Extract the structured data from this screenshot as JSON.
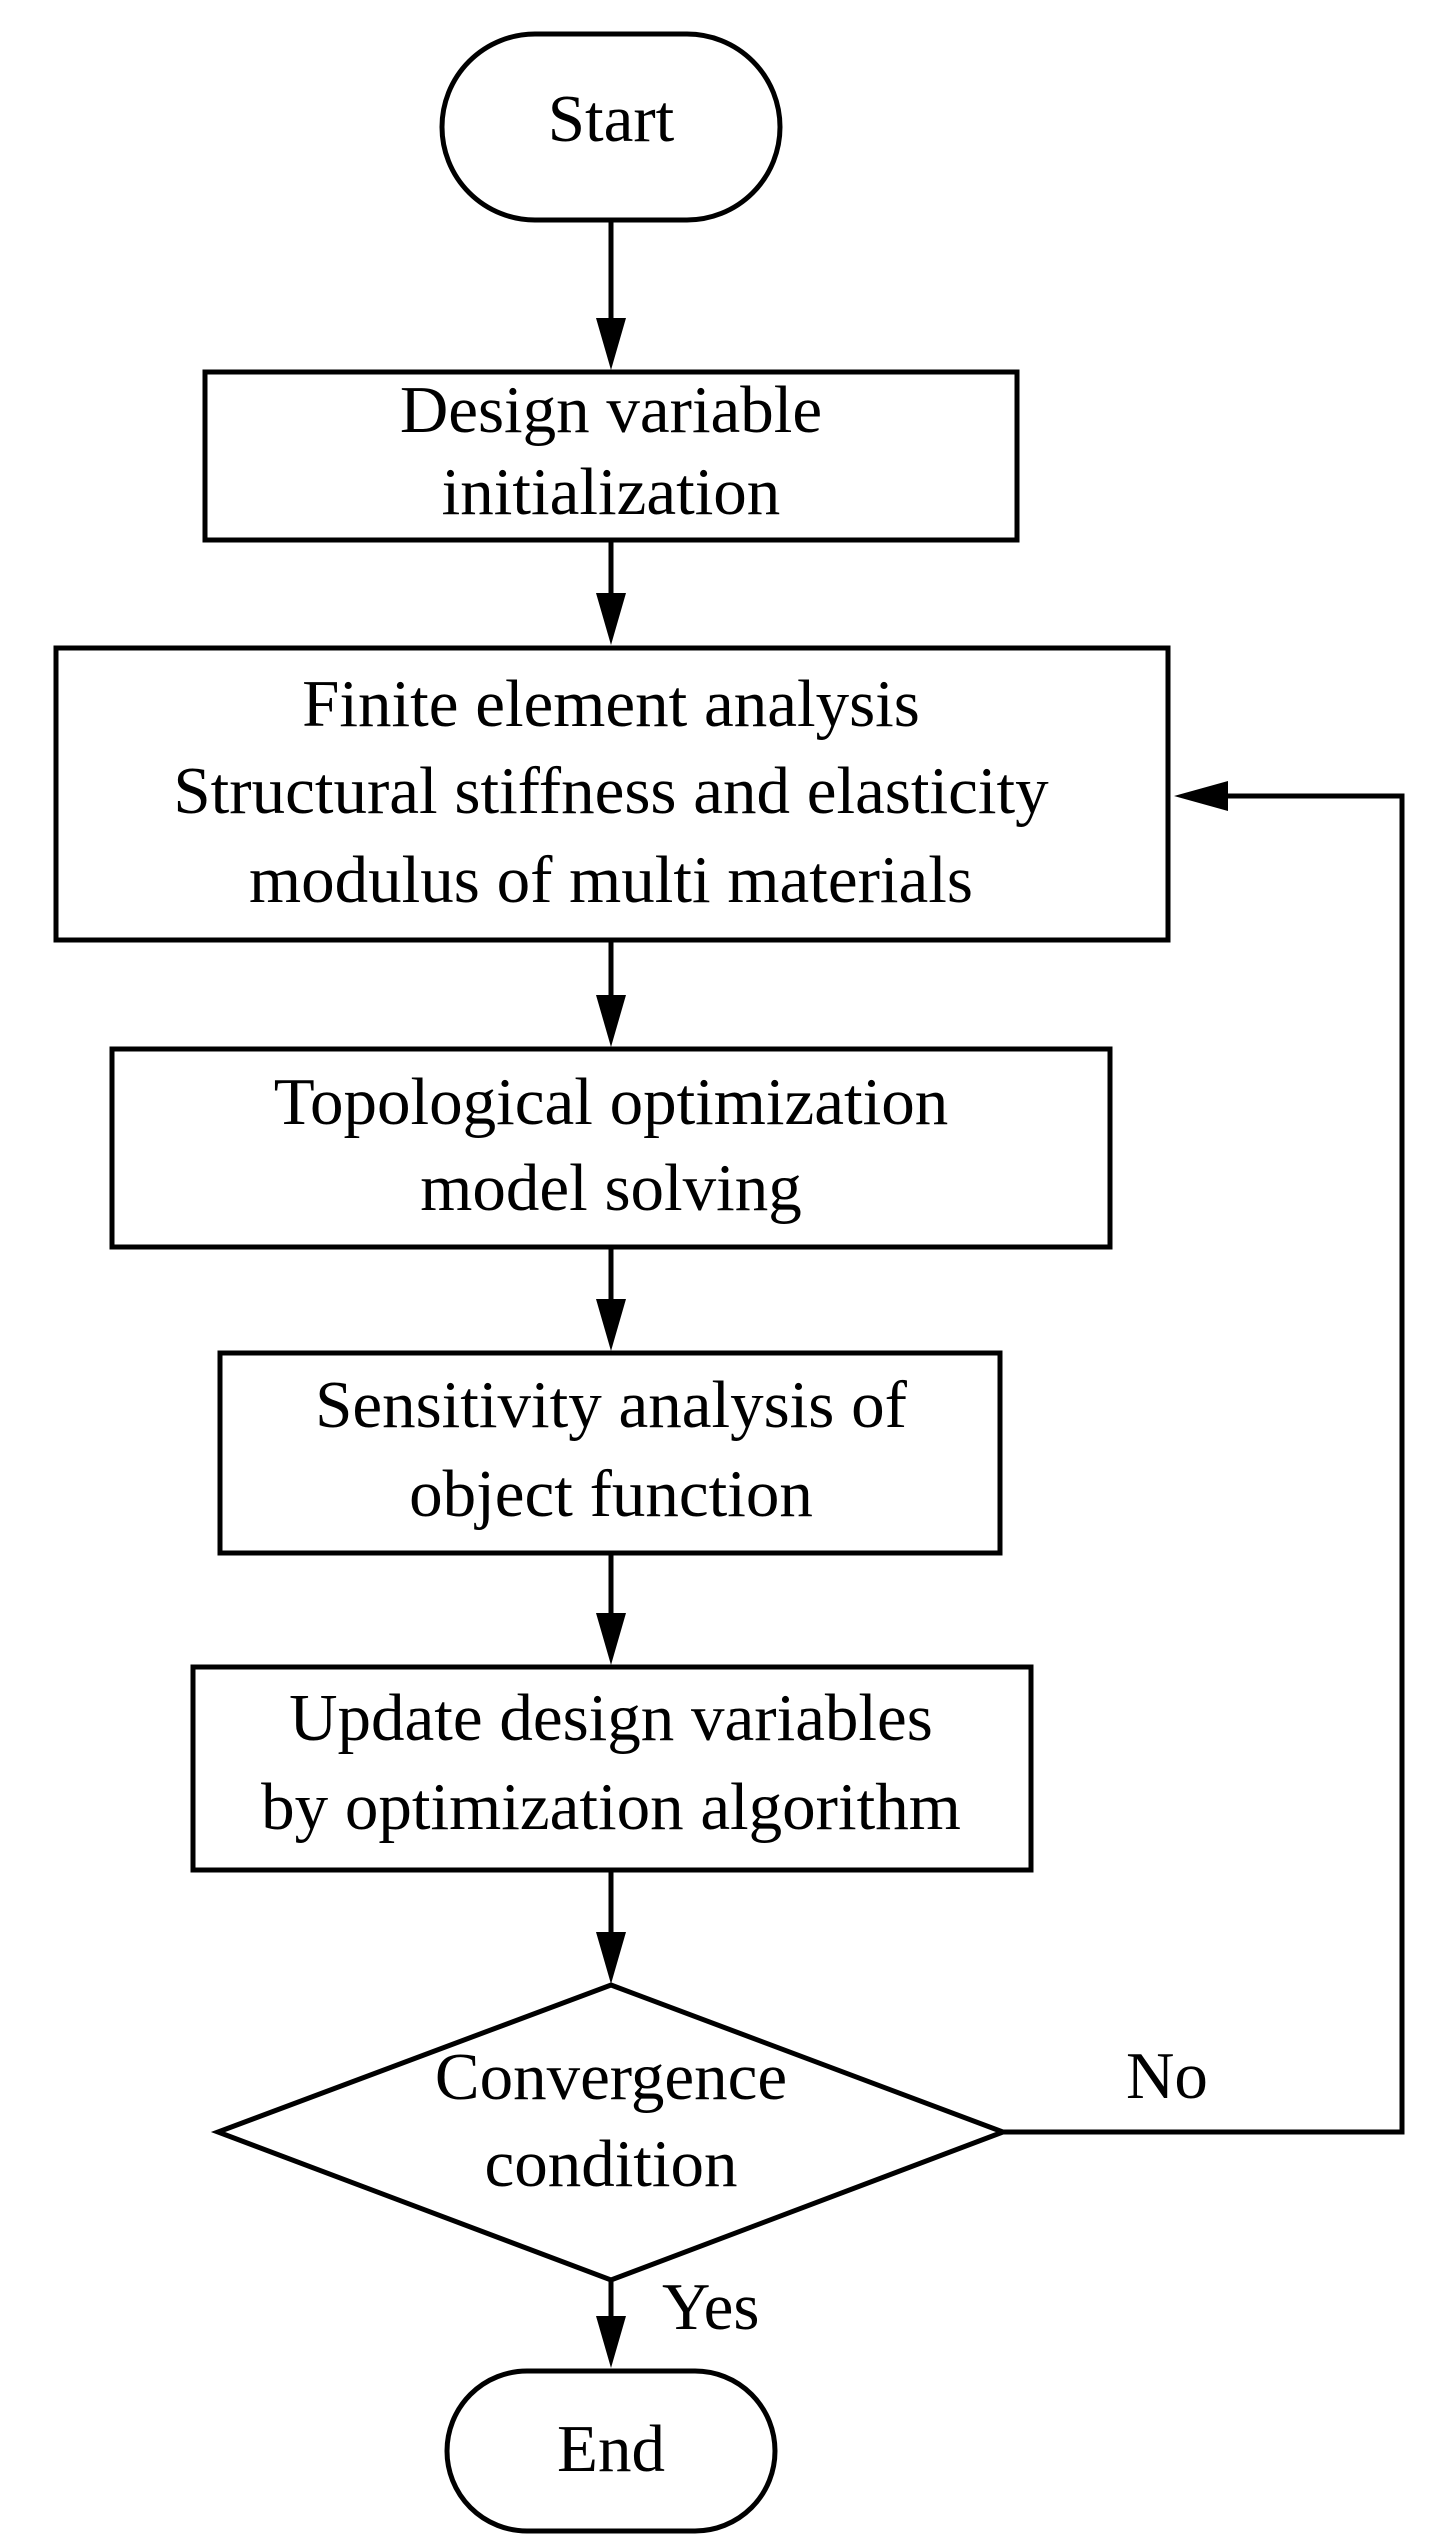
{
  "flowchart": {
    "start": {
      "label": "Start"
    },
    "steps": [
      {
        "lines": [
          "Design variable",
          "initialization"
        ]
      },
      {
        "lines": [
          "Finite element analysis",
          "Structural stiffness and  elasticity",
          "modulus of multi materials"
        ]
      },
      {
        "lines": [
          "Topological optimization",
          "model solving"
        ]
      },
      {
        "lines": [
          "Sensitivity analysis of",
          "object function"
        ]
      },
      {
        "lines": [
          "Update design variables",
          "by optimization algorithm"
        ]
      }
    ],
    "decision": {
      "lines": [
        "Convergence",
        "condition"
      ],
      "no_label": "No",
      "yes_label": "Yes"
    },
    "end": {
      "label": "End"
    }
  }
}
